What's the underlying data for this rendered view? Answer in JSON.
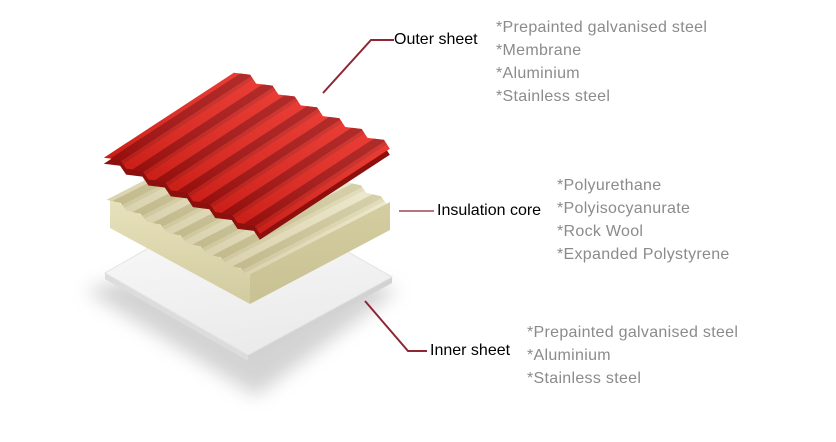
{
  "diagram": {
    "layers": [
      {
        "label": "Outer sheet",
        "materials": [
          "*Prepainted galvanised steel",
          "*Membrane",
          "*Aluminium",
          "*Stainless steel"
        ]
      },
      {
        "label": "Insulation core",
        "materials": [
          "*Polyurethane",
          "*Polyisocyanurate",
          "*Rock Wool",
          "*Expanded Polystyrene"
        ]
      },
      {
        "label": "Inner sheet",
        "materials": [
          "*Prepainted galvanised steel",
          "*Aluminium",
          "*Stainless steel"
        ]
      }
    ],
    "colors": {
      "outer_sheet": "#e6261d",
      "outer_sheet_rib_dark": "#a81311",
      "outer_sheet_rib_mid": "#c9241c",
      "outer_sheet_edge": "#8c100e",
      "core_top": "#eae4c4",
      "core_rib_dark": "#cfc89c",
      "core_rib_mid": "#ded7b0",
      "inner_sheet_edge_left": "#dcdcdc",
      "inner_sheet_edge_right": "#d2d2d2",
      "leader_line": "#8e2634",
      "label_text": "#000000",
      "material_text": "#8b8b8b"
    }
  }
}
